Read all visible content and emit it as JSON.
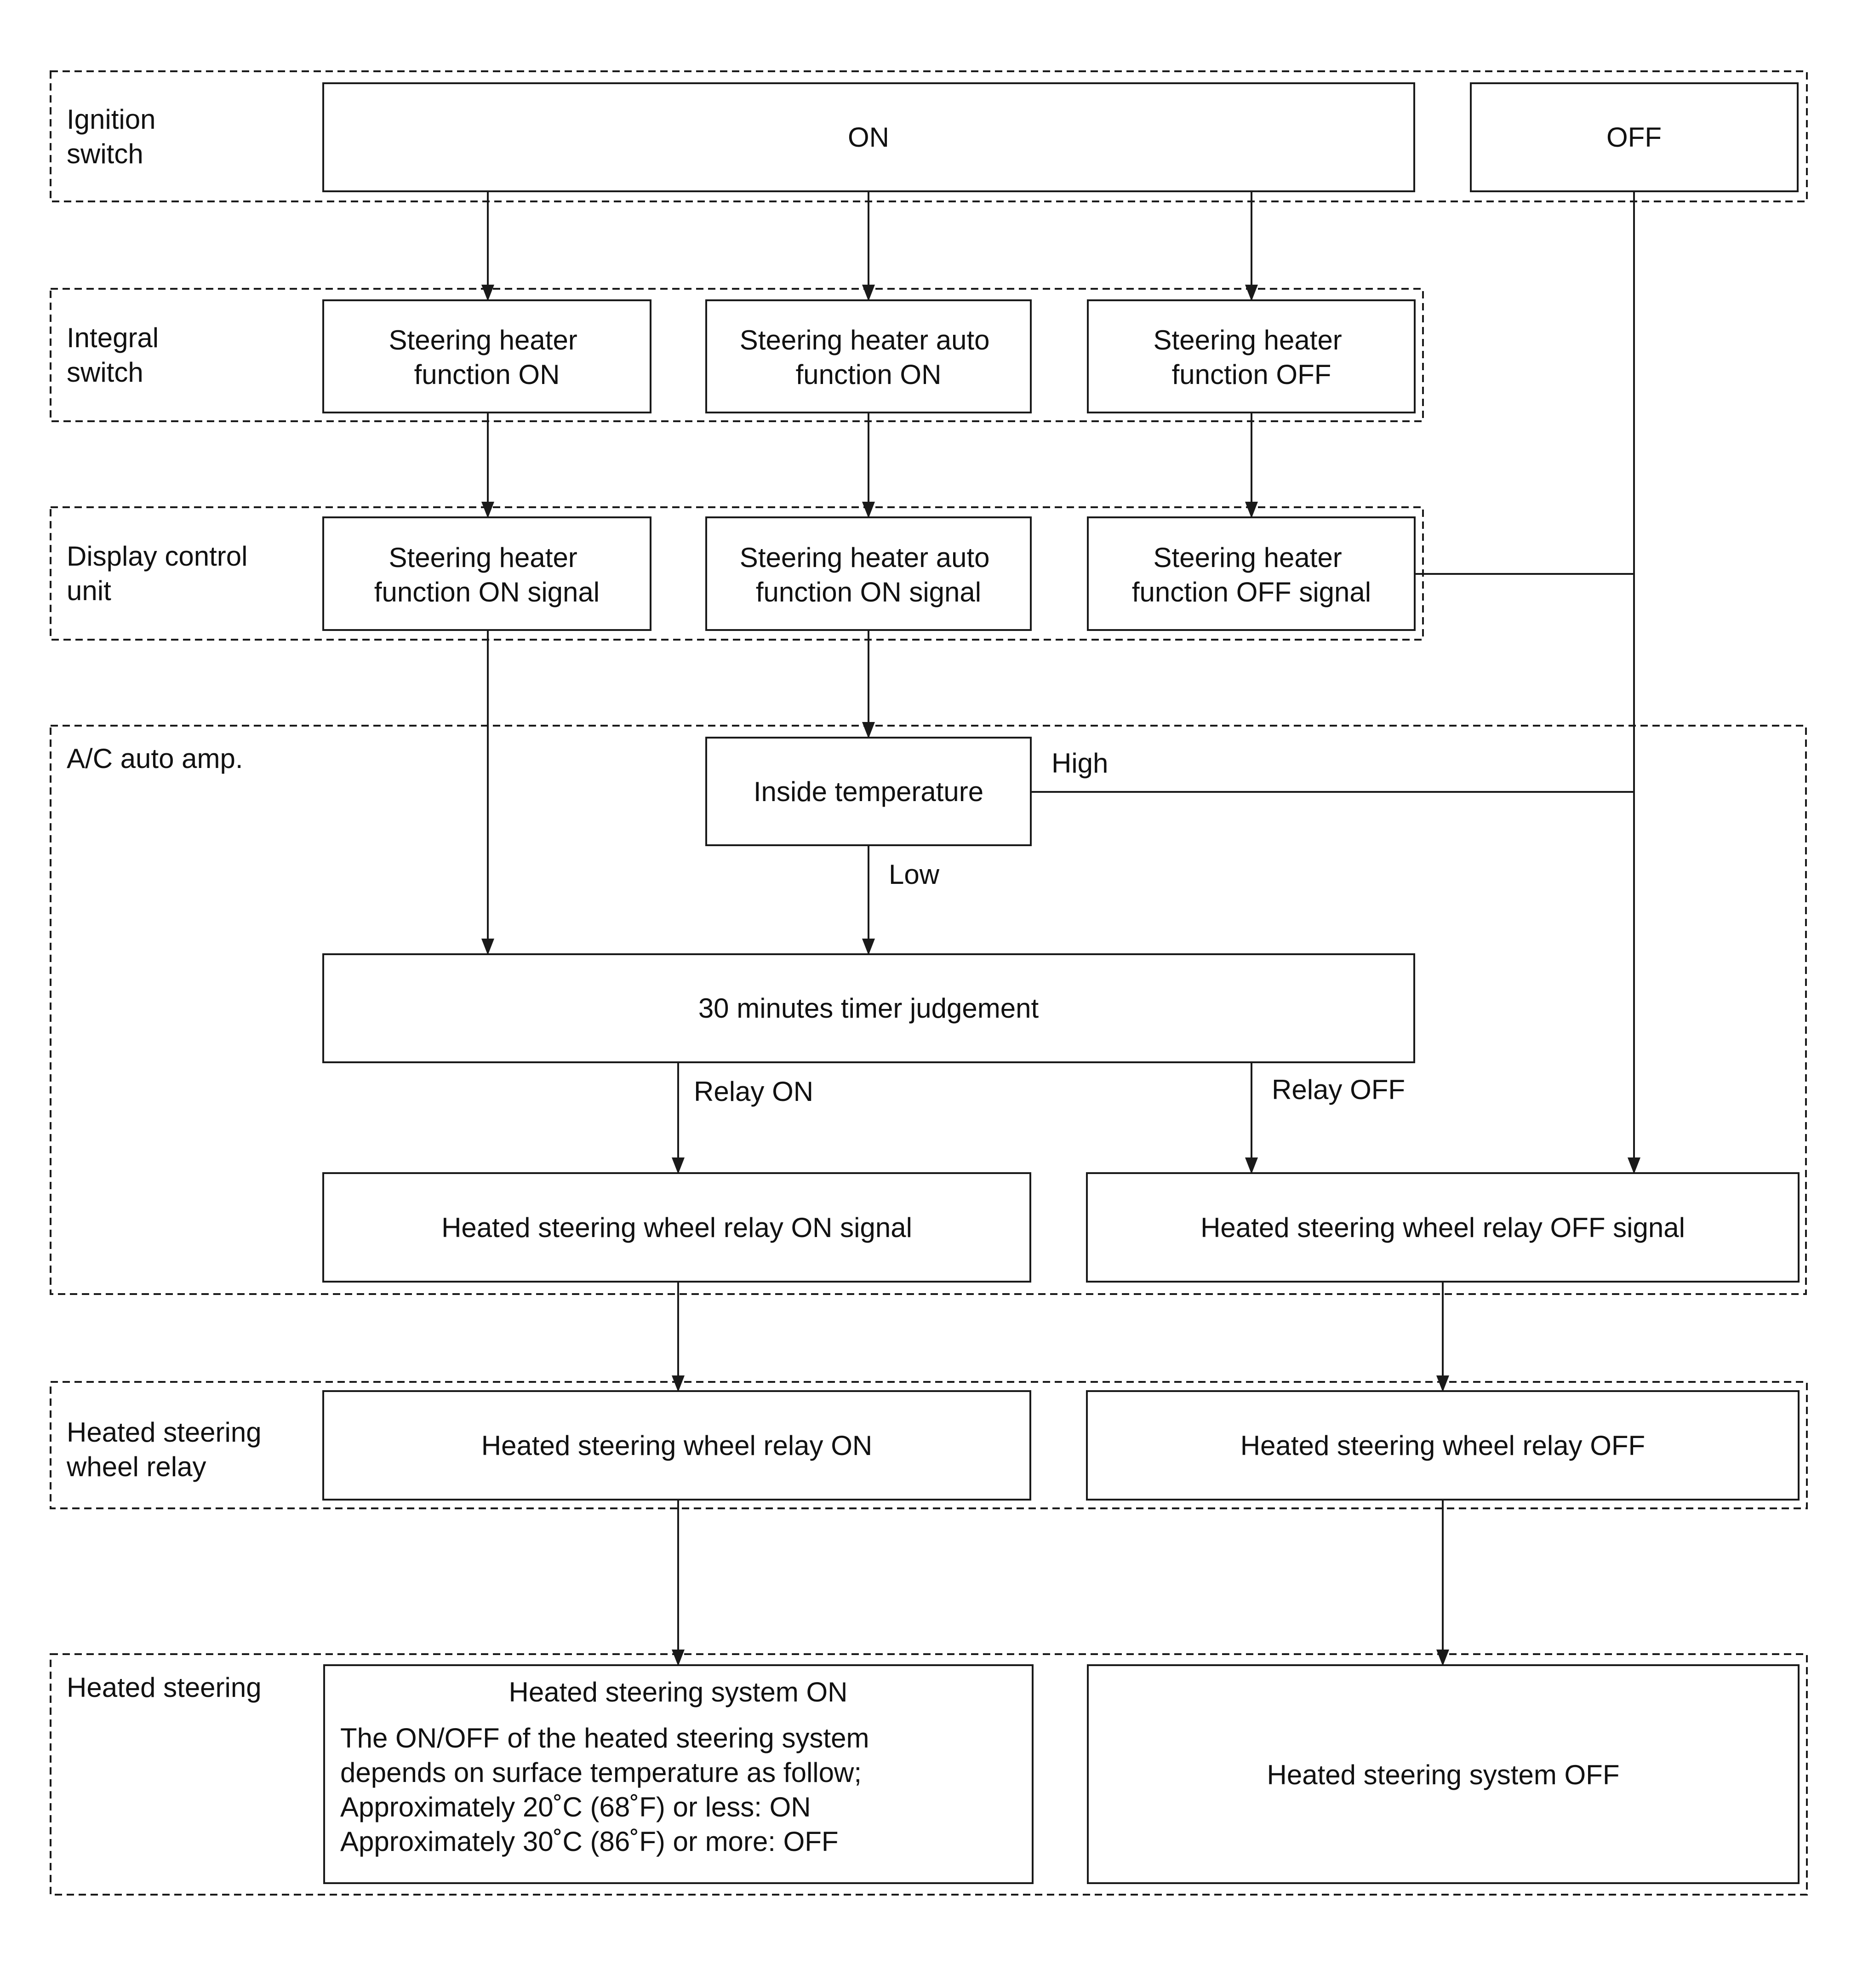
{
  "groups": {
    "ignition_switch": {
      "label": [
        "Ignition",
        "switch"
      ]
    },
    "integral_switch": {
      "label": [
        "Integral",
        "switch"
      ]
    },
    "display_control_unit": {
      "label": [
        "Display control",
        "unit"
      ]
    },
    "ac_auto_amp": {
      "label": [
        "A/C auto amp."
      ]
    },
    "heated_steering_wheel_relay": {
      "label": [
        "Heated steering",
        "wheel relay"
      ]
    },
    "heated_steering": {
      "label": [
        "Heated steering"
      ]
    }
  },
  "nodes": {
    "ignition_on": [
      "ON"
    ],
    "ignition_off": [
      "OFF"
    ],
    "switch_function_on": [
      "Steering heater",
      "function ON"
    ],
    "switch_auto_function_on": [
      "Steering heater auto",
      "function ON"
    ],
    "switch_function_off": [
      "Steering heater",
      "function OFF"
    ],
    "signal_function_on": [
      "Steering heater",
      "function ON signal"
    ],
    "signal_auto_function_on": [
      "Steering heater auto",
      "function ON signal"
    ],
    "signal_function_off": [
      "Steering heater",
      "function OFF signal"
    ],
    "inside_temperature": [
      "Inside temperature"
    ],
    "timer_judgement": [
      "30 minutes timer judgement"
    ],
    "relay_on_signal": [
      "Heated steering wheel relay ON signal"
    ],
    "relay_off_signal": [
      "Heated steering wheel relay OFF signal"
    ],
    "relay_on": [
      "Heated steering wheel relay ON"
    ],
    "relay_off": [
      "Heated steering wheel relay OFF"
    ],
    "system_on": {
      "title": "Heated steering system ON",
      "note": [
        "The ON/OFF of the heated steering system",
        "depends on surface temperature as follow;",
        "Approximately 20˚C (68˚F) or less: ON",
        "Approximately 30˚C (86˚F) or more: OFF"
      ]
    },
    "system_off": [
      "Heated steering system OFF"
    ]
  },
  "edge_labels": {
    "high": "High",
    "low": "Low",
    "relay_on": "Relay ON",
    "relay_off": "Relay OFF"
  },
  "colors": {
    "line": "#1a1a1a",
    "background": "#ffffff",
    "text": "#111111"
  }
}
